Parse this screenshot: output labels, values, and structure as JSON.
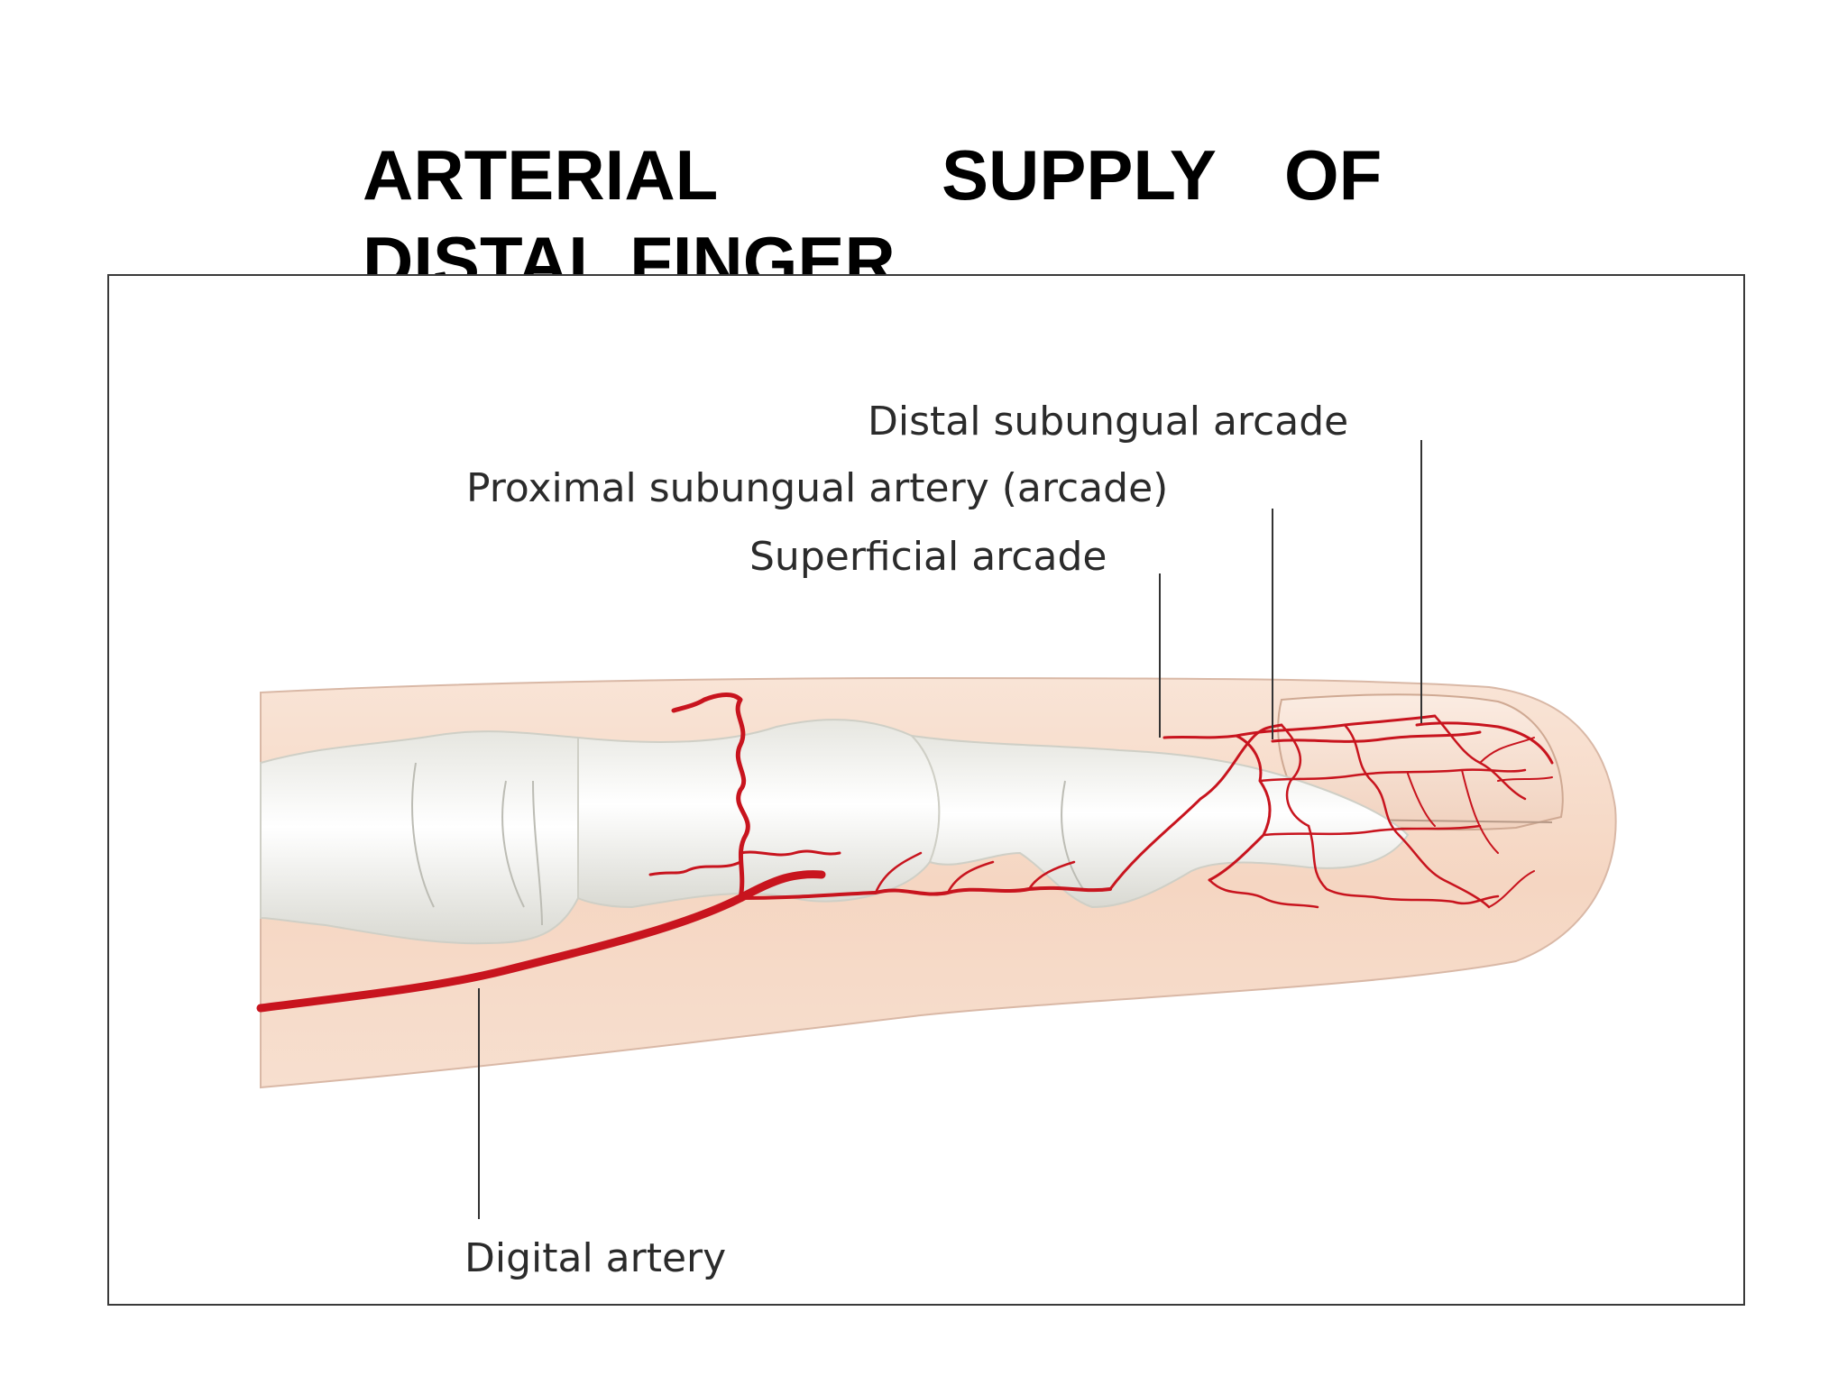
{
  "slide": {
    "title_words": [
      "ARTERIAL",
      "SUPPLY",
      "OF"
    ],
    "title_line2": "DISTAL FINGER"
  },
  "diagram": {
    "labels": {
      "distal_subungual": "Distal subungual arcade",
      "proximal_subungual": "Proximal subungual artery (arcade)",
      "superficial": "Superficial arcade",
      "digital_artery": "Digital artery"
    },
    "colors": {
      "artery": "#c8141e",
      "skin": "#f6d9c6",
      "bone": "#f4f4f0",
      "leader": "#333333"
    }
  }
}
